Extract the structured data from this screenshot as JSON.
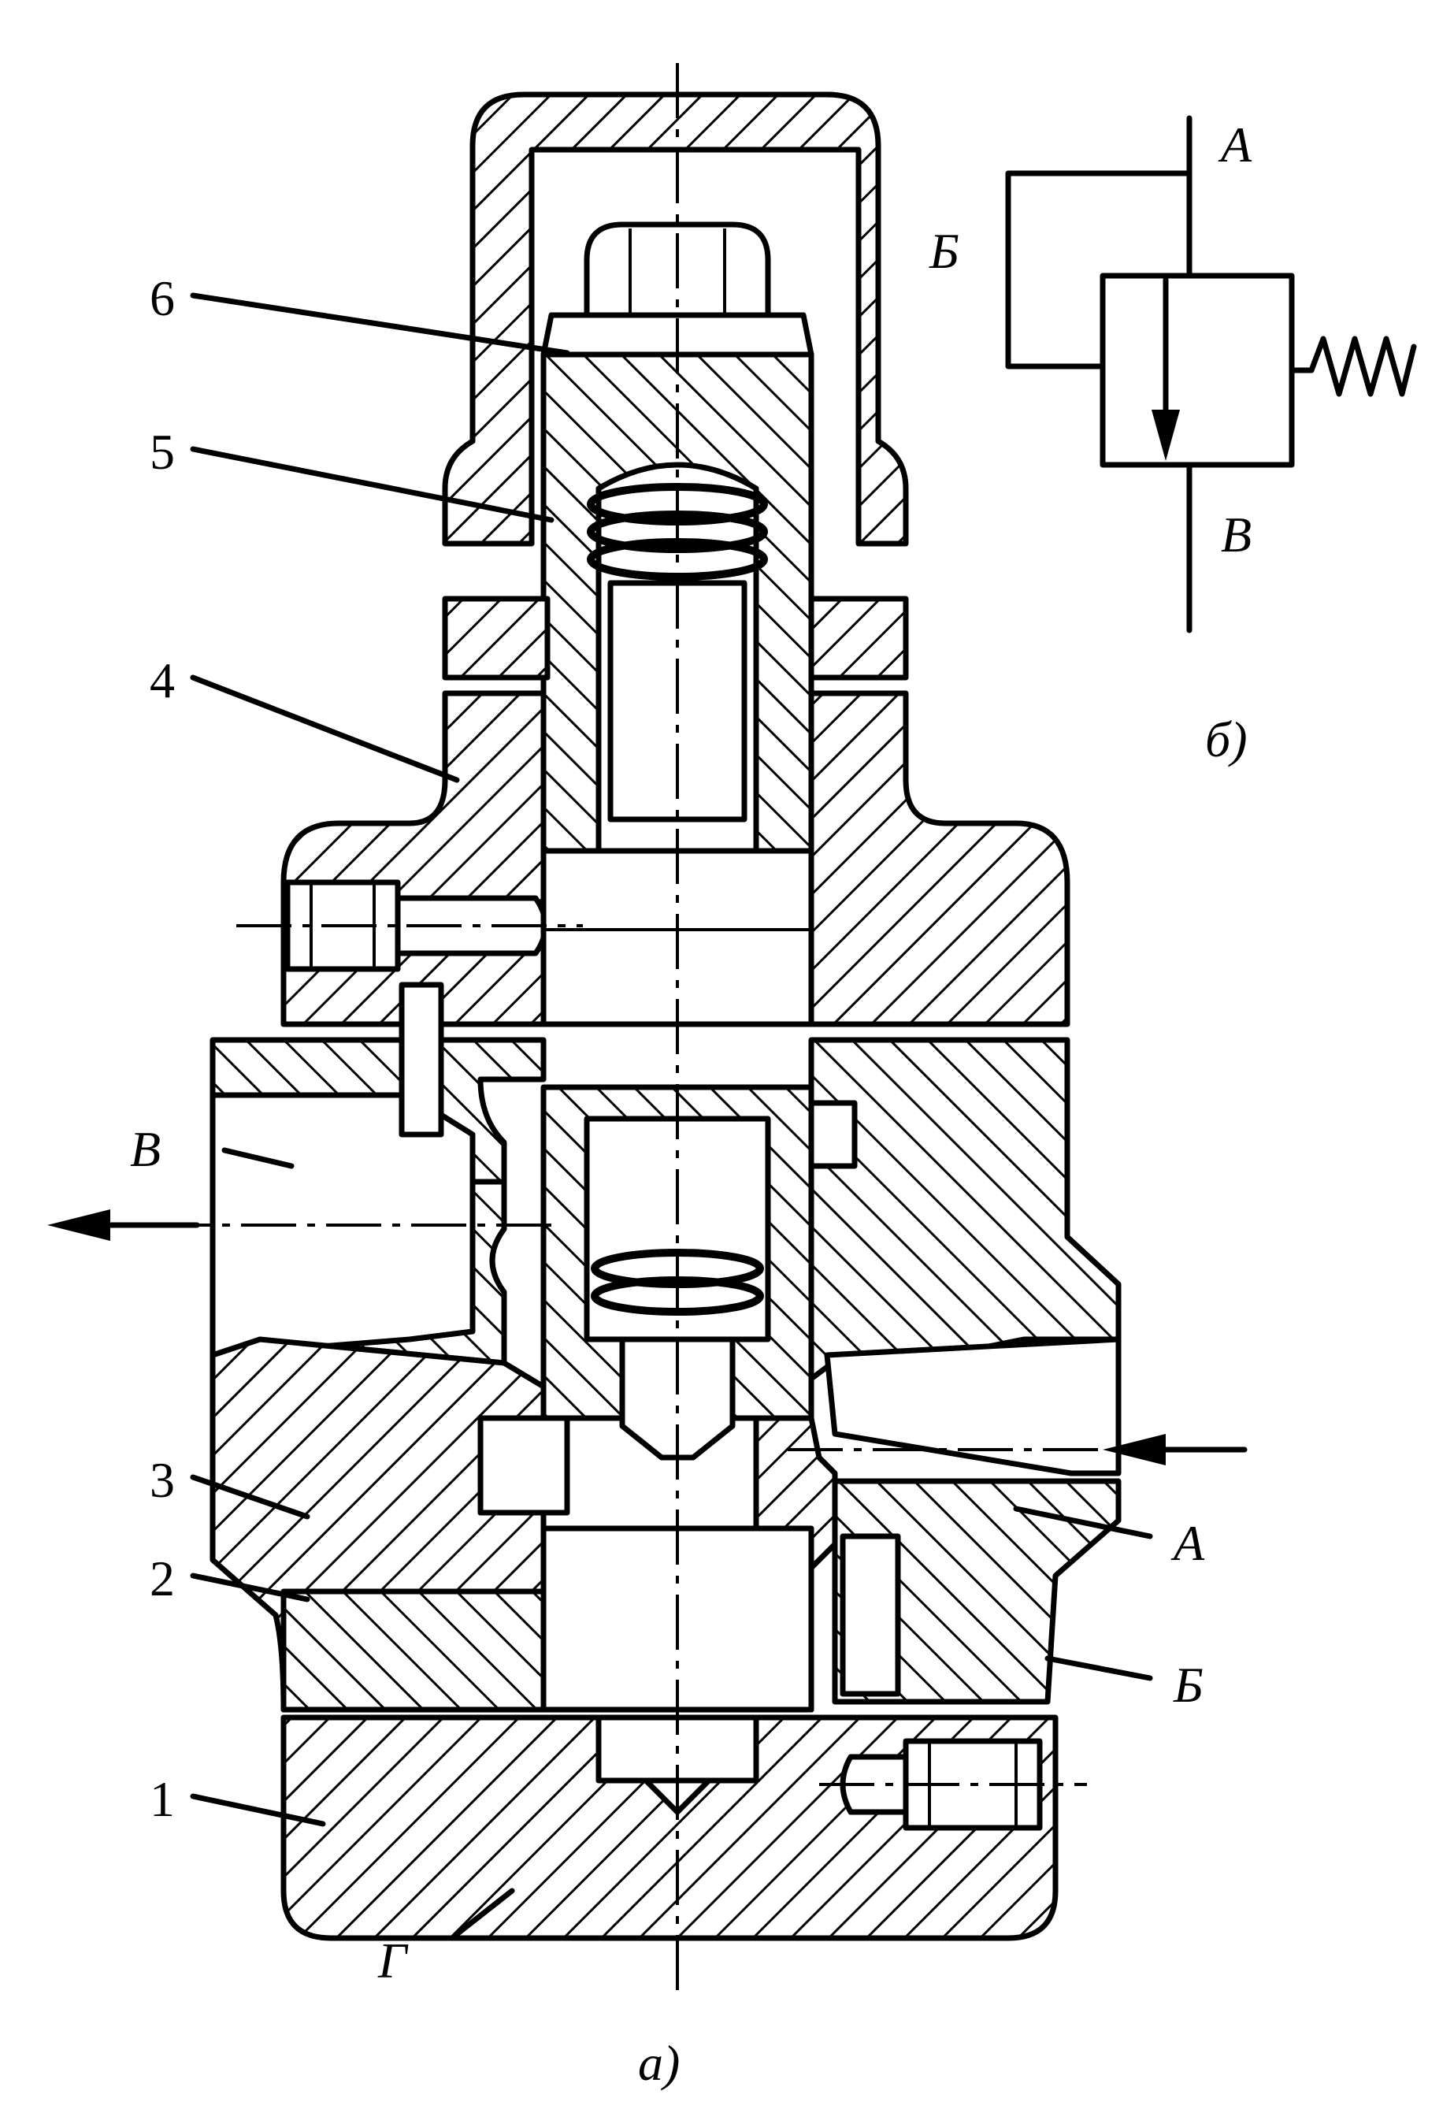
{
  "figure_a": {
    "caption": "а)",
    "callouts": [
      "6",
      "5",
      "4",
      "3",
      "2",
      "1"
    ],
    "port_left": "В",
    "port_right": "А",
    "port_pilot": "Б",
    "port_bottom": "Г"
  },
  "figure_b": {
    "caption": "б)",
    "port_top": "А",
    "port_side": "Б",
    "port_bottom": "В"
  }
}
